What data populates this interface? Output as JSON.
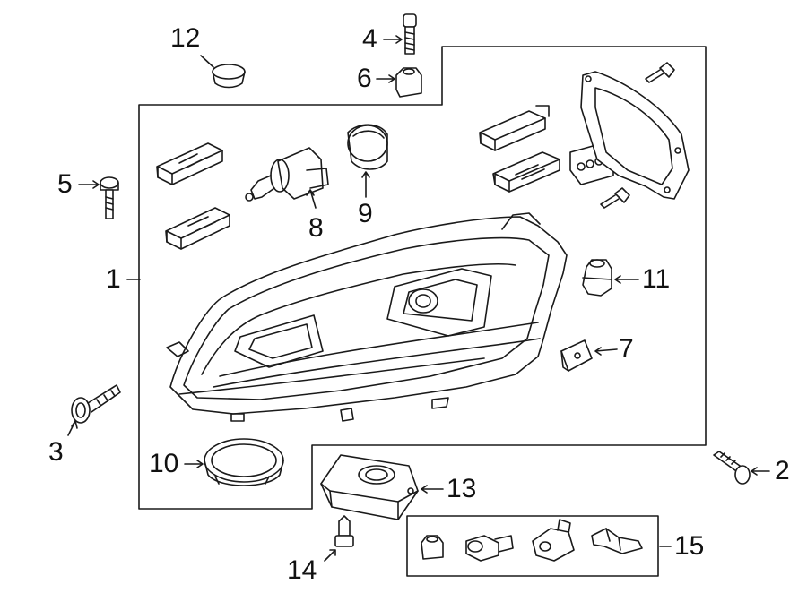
{
  "callouts": {
    "c1": "1",
    "c2": "2",
    "c3": "3",
    "c4": "4",
    "c5": "5",
    "c6": "6",
    "c7": "7",
    "c8": "8",
    "c9": "9",
    "c10": "10",
    "c11": "11",
    "c12": "12",
    "c13": "13",
    "c14": "14",
    "c15": "15"
  },
  "colors": {
    "line": "#1a1a1a",
    "part_fill": "#ffffff",
    "shade": "#d9d9d9"
  }
}
